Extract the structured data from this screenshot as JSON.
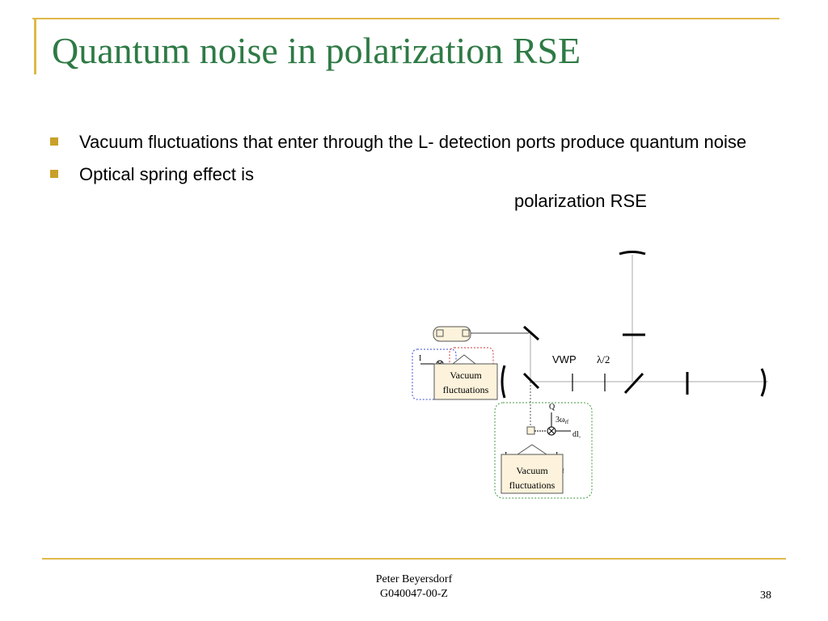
{
  "slide": {
    "title": "Quantum noise in polarization RSE",
    "bullets": [
      "Vacuum fluctuations that enter through the L- detection ports produce quantum noise",
      "Optical spring effect is"
    ],
    "figure_caption": "polarization RSE"
  },
  "diagram": {
    "vwp_label": "VWP",
    "half_wave_label": "λ/2",
    "upper_port": {
      "i_label": "I",
      "vacuum_label_line1": "Vacuum",
      "vacuum_label_line2": "fluctuations"
    },
    "lower_port": {
      "q_label": "Q",
      "freq_label": "3ω",
      "freq_subscript": "rf",
      "output_label": "dl",
      "output_subscript": "-",
      "i_left_label": "I",
      "i_right_label": "I",
      "rf_fragment": "rf",
      "vacuum_label_line1": "Vacuum",
      "vacuum_label_line2": "fluctuations"
    },
    "colors": {
      "box_fill": "#fdf3dc",
      "blue_dotted": "#3a4fd6",
      "red_dotted": "#d33a3a",
      "green_dotted": "#3f9a3f",
      "line": "#555555"
    }
  },
  "footer": {
    "author": "Peter Beyersdorf",
    "doc_id": "G040047-00-Z",
    "page_number": "38"
  },
  "theme": {
    "title_color": "#2e7a45",
    "accent_color": "#e0b84a",
    "bullet_color": "#c9a02a"
  }
}
